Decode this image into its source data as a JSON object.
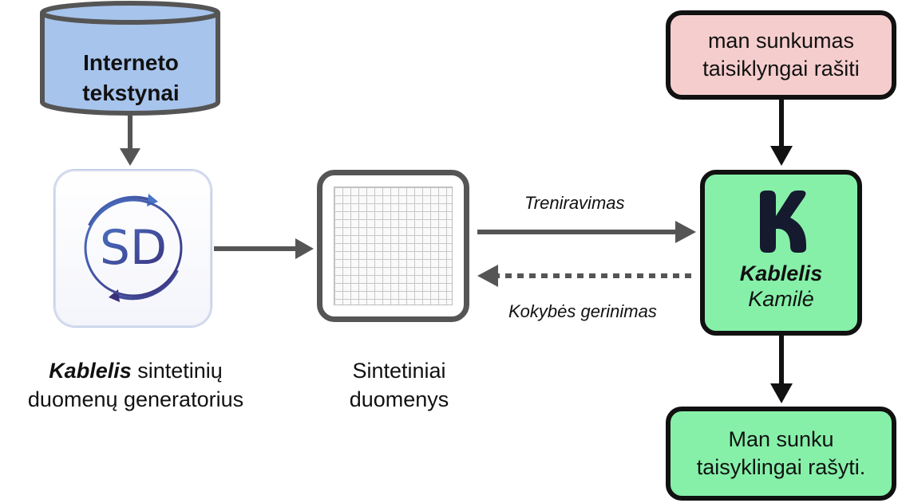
{
  "source": {
    "label_line1": "Interneto",
    "label_line2": "tekstynai",
    "fill": "#a7c4ec"
  },
  "generator": {
    "icon_text": "SD",
    "caption_bold": "Kablelis",
    "caption_rest": " sintetinių",
    "caption_line2": "duomenų generatorius"
  },
  "synthetic": {
    "caption_line1": "Sintetiniai",
    "caption_line2": "duomenys"
  },
  "edges": {
    "training": "Treniravimas",
    "quality": "Kokybės gerinimas"
  },
  "input": {
    "line1": "man sunkumas",
    "line2": "taisiklyngai rašiti",
    "fill": "#f6cdcd"
  },
  "model": {
    "name": "Kablelis",
    "subname": "Kamilė",
    "logo_letter": "K",
    "fill": "#86f0a9"
  },
  "output": {
    "line1": "Man sunku",
    "line2": "taisyklingai rašyti.",
    "fill": "#86f0a9"
  }
}
